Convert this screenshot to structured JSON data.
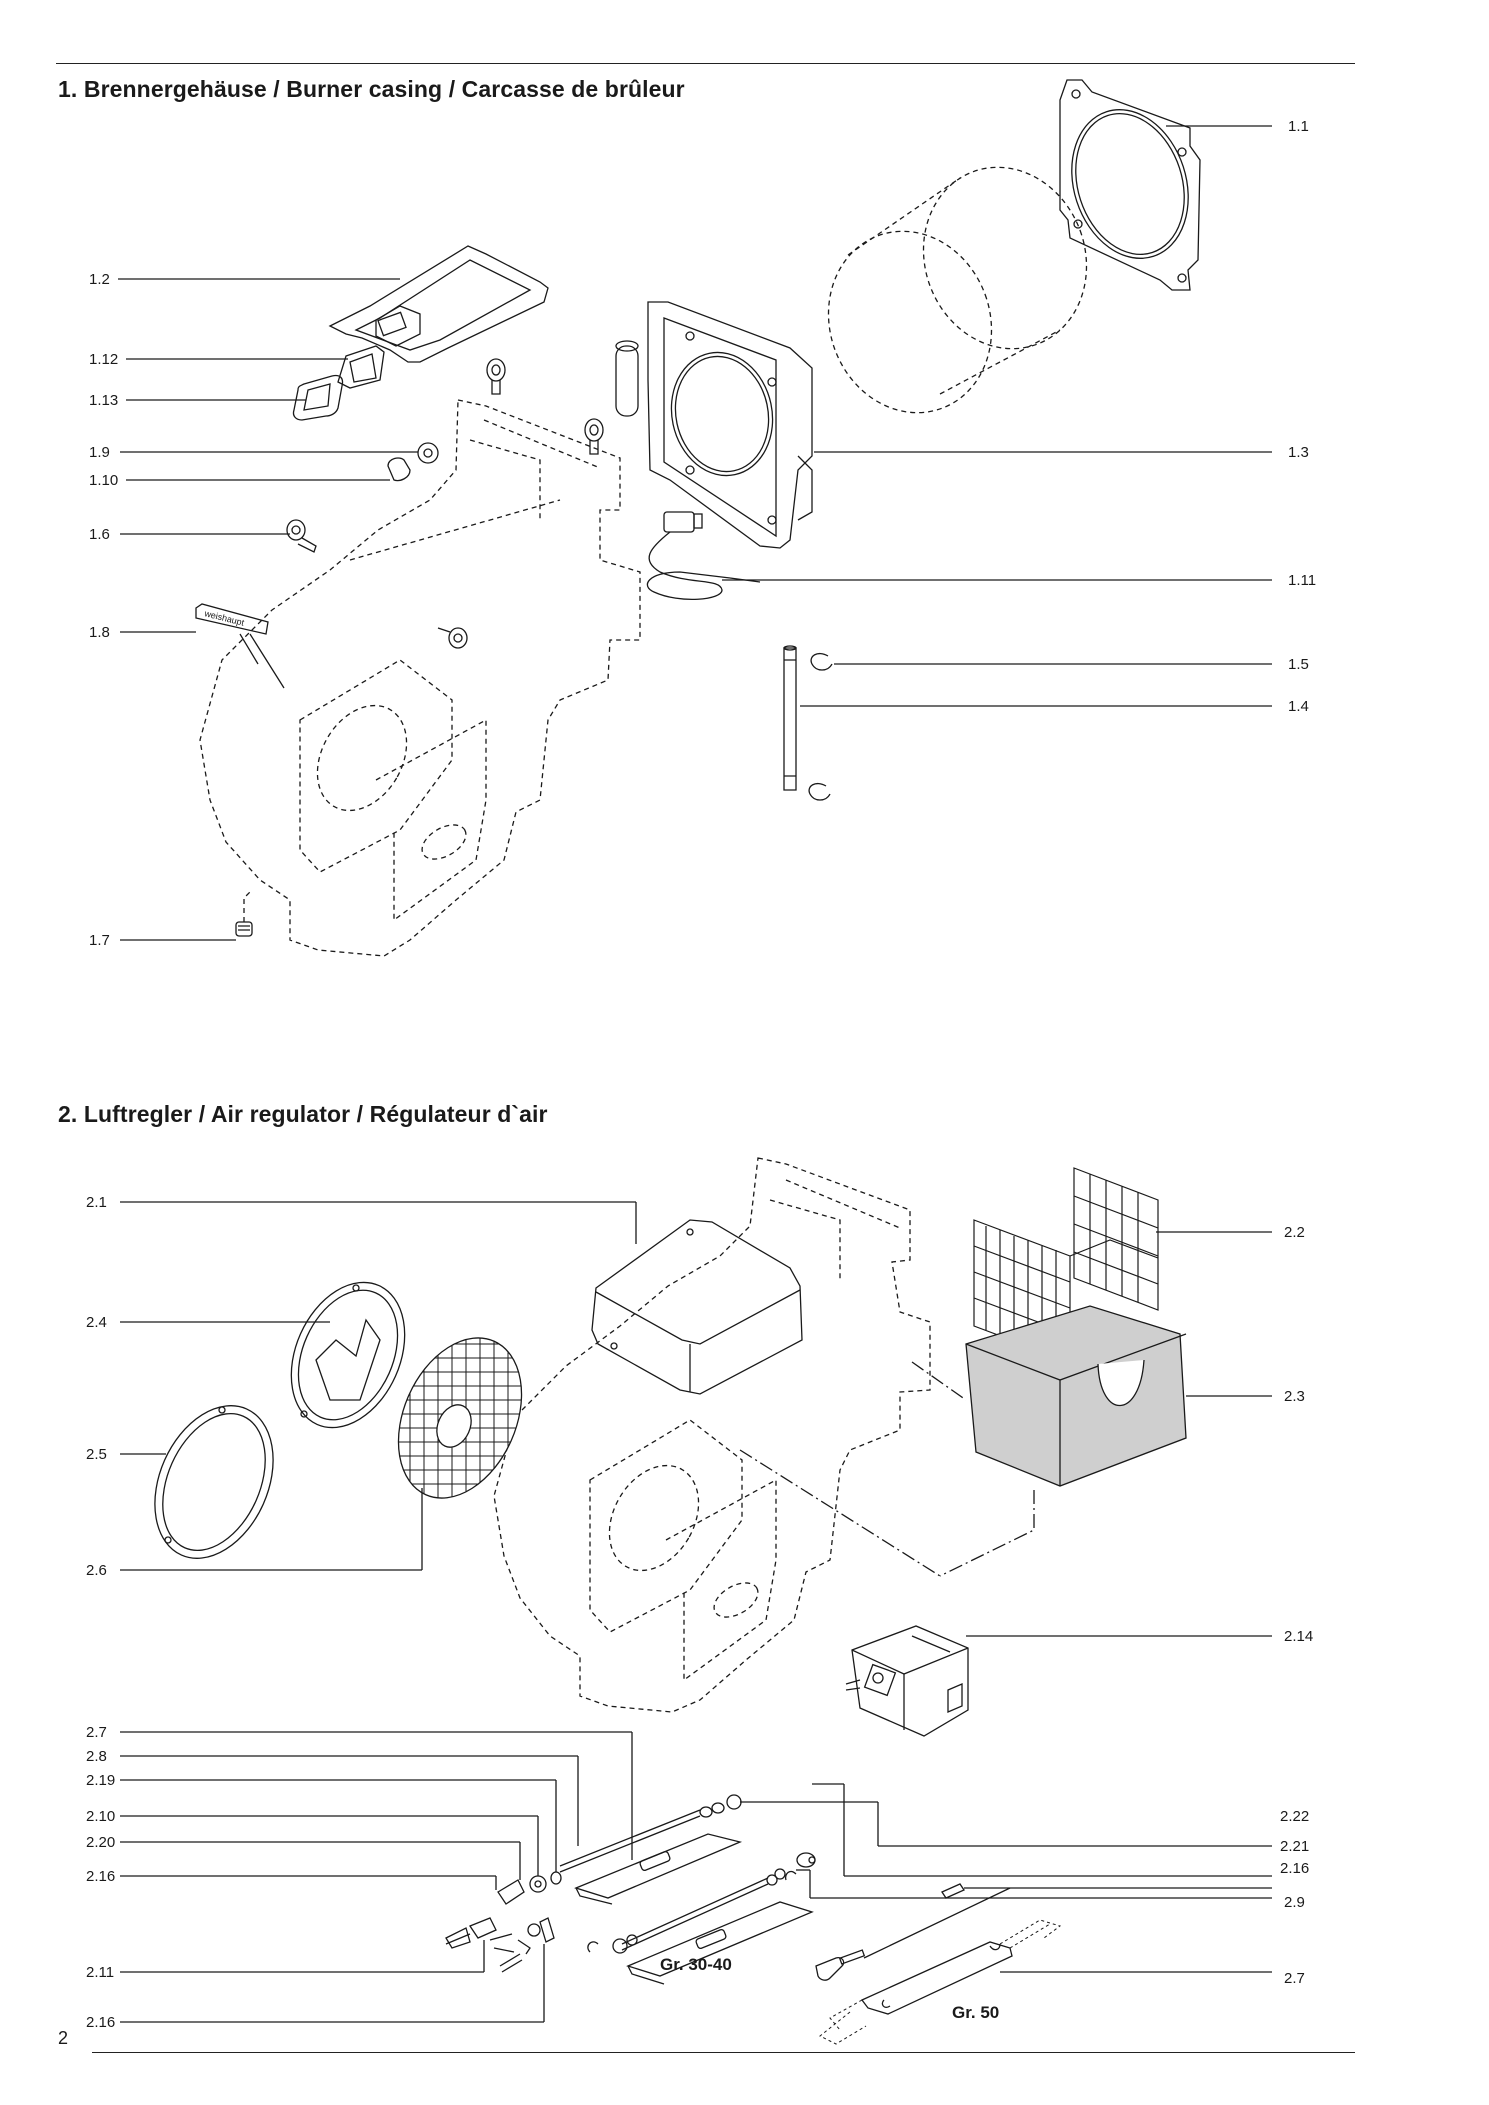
{
  "section1": {
    "title": "1. Brennergehäuse / Burner casing / Carcasse de brûleur",
    "labels": [
      "1.1",
      "1.2",
      "1.12",
      "1.13",
      "1.9",
      "1.10",
      "1.6",
      "1.8",
      "1.7",
      "1.3",
      "1.11",
      "1.5",
      "1.4"
    ],
    "logo_text": "weishaupt"
  },
  "section2": {
    "title": "2. Luftregler / Air regulator / Régulateur d`air",
    "labels_left": [
      "2.1",
      "2.4",
      "2.5",
      "2.6",
      "2.7",
      "2.8",
      "2.19",
      "2.10",
      "2.20",
      "2.16",
      "2.11",
      "2.16"
    ],
    "labels_right": [
      "2.2",
      "2.3",
      "2.14",
      "2.22",
      "2.21",
      "2.16",
      "2.9",
      "2.7"
    ],
    "group_a": "Gr. 30-40",
    "group_b": "Gr. 50"
  },
  "page_number": "2"
}
